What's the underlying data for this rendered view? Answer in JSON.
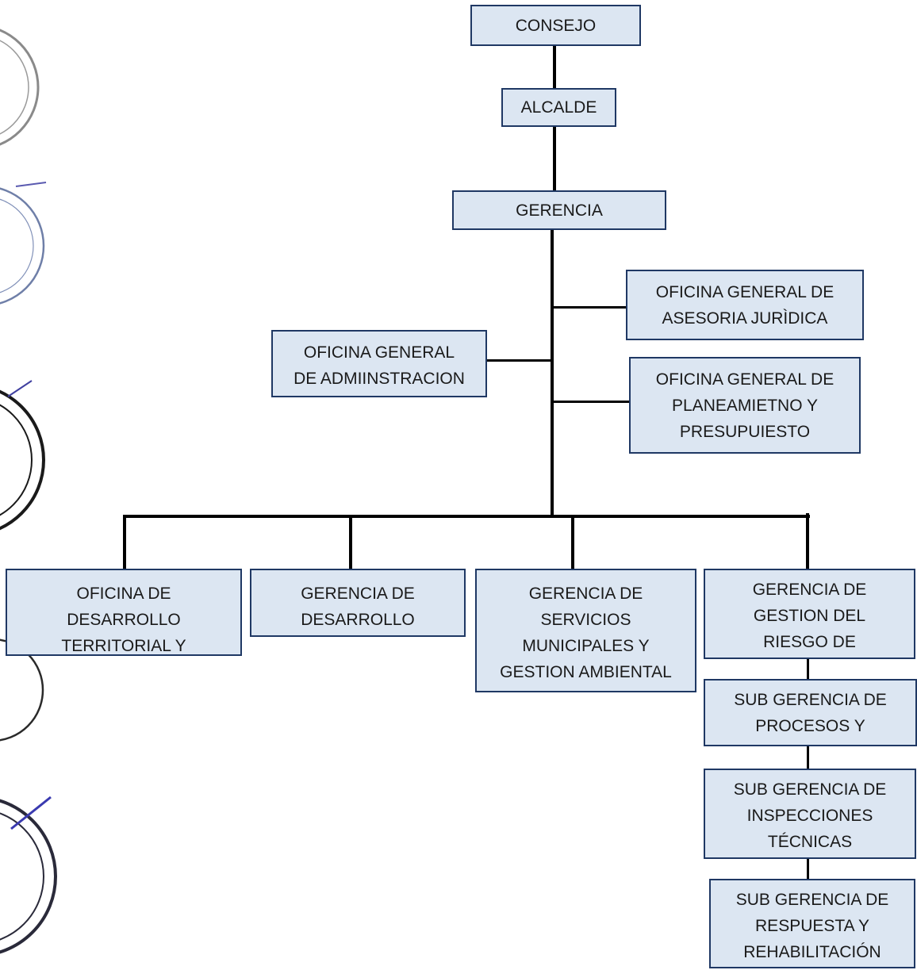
{
  "org_chart": {
    "consejo": "CONSEJO",
    "alcalde": "ALCALDE",
    "gerencia": "GERENCIA",
    "asesoria": "OFICINA GENERAL DE\nASESORIA JURÌDICA",
    "administracion": "OFICINA GENERAL\nDE ADMIINSTRACION",
    "planeamiento": "OFICINA GENERAL DE\nPLANEAMIETNO Y\nPRESUPUIESTO",
    "desarrollo_territorial": "OFICINA DE\nDESARROLLO\nTERRITORIAL Y",
    "gerencia_desarrollo": "GERENCIA DE\nDESARROLLO",
    "servicios_municipales": "GERENCIA DE\nSERVICIOS\nMUNICIPALES Y\nGESTION AMBIENTAL",
    "gestion_riesgo": "GERENCIA DE\nGESTION DEL\nRIESGO DE",
    "sub_procesos": "SUB GERENCIA DE\nPROCESOS Y",
    "sub_inspecciones": "SUB GERENCIA DE\nINSPECCIONES\nTÉCNICAS",
    "sub_respuesta": "SUB GERENCIA DE\nRESPUESTA Y\nREHABILITACIÓN"
  },
  "colors": {
    "box_fill": "#dce6f2",
    "box_border": "#1f3864",
    "connector": "#000000",
    "stamp_ink": "#3c3c7a"
  }
}
